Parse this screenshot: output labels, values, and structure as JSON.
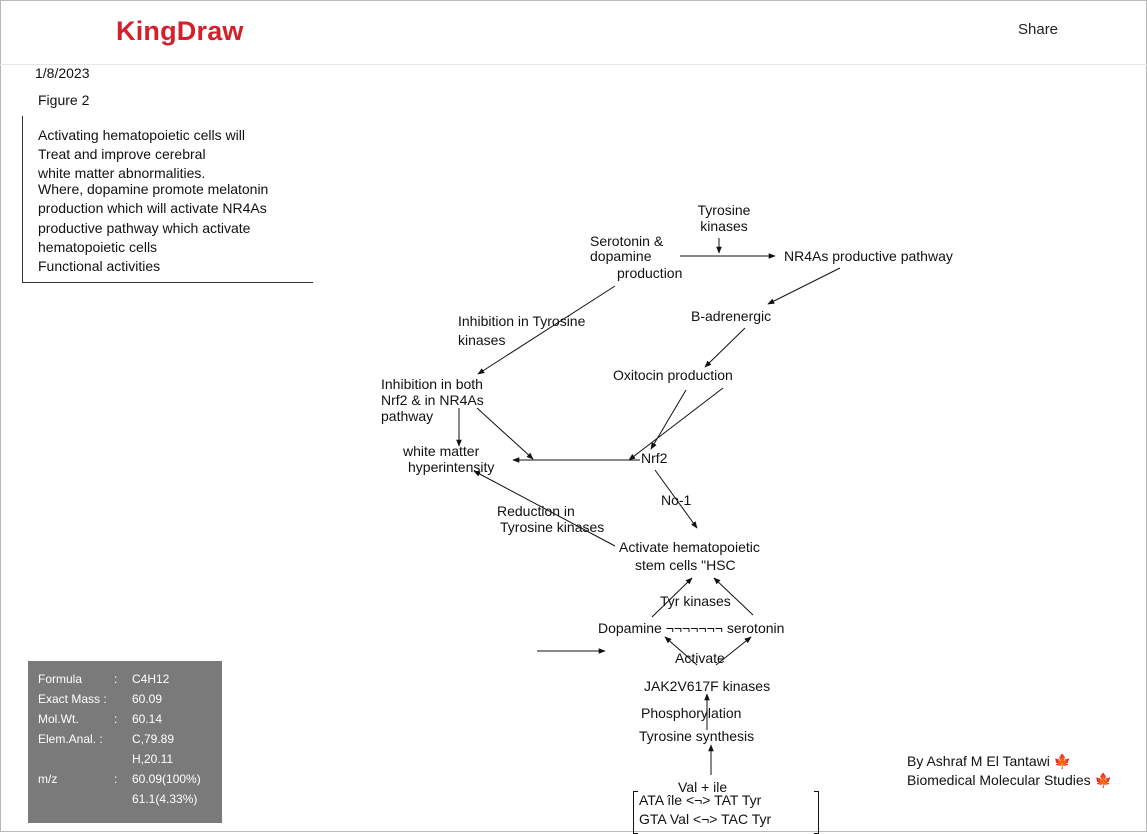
{
  "header": {
    "logo": "KingDraw",
    "share_label": "Share"
  },
  "date": "1/8/2023",
  "figure_label": "Figure 2",
  "note_lines": [
    "Activating hematopoietic cells will",
    "Treat and improve cerebral",
    "white matter abnormalities.",
    "Where, dopamine promote melatonin",
    "production which will activate NR4As",
    "productive pathway which  activate",
    "hematopoietic cells",
    "Functional activities"
  ],
  "properties": {
    "rows": [
      {
        "label": "Formula",
        "sep": ":",
        "value": "C4H12"
      },
      {
        "label": "Exact Mass :",
        "sep": "",
        "value": "60.09"
      },
      {
        "label": "Mol.Wt.",
        "sep": ":",
        "value": "60.14"
      },
      {
        "label": "Elem.Anal. :",
        "sep": "",
        "value": "C,79.89"
      },
      {
        "label": "",
        "sep": "",
        "value": "H,20.11"
      },
      {
        "label": "m/z",
        "sep": ":",
        "value": "60.09(100%)"
      },
      {
        "label": "",
        "sep": "",
        "value": "61.1(4.33%)"
      }
    ]
  },
  "diagram": {
    "tyrosine_kinases": [
      "Tyrosine",
      "kinases"
    ],
    "serotonin_dopamine": [
      "Serotonin &",
      "dopamine",
      "production"
    ],
    "nr4as": "NR4As productive pathway",
    "inhibition_tyrosine": [
      "Inhibition in Tyrosine",
      "kinases"
    ],
    "b_adrenergic": "B-adrenergic",
    "inhibition_both": [
      "Inhibition in both",
      "Nrf2 & in NR4As",
      "pathway"
    ],
    "oxitocin": "Oxitocin production",
    "white_matter": [
      "white matter",
      "hyperintensity"
    ],
    "nrf2": "Nrf2",
    "no1": "No-1",
    "reduction": [
      "Reduction in",
      "Tyrosine kinases"
    ],
    "activate_hsc": [
      "Activate hematopoietic",
      "stem cells \"HSC"
    ],
    "tyr_kinases": "Tyr kinases",
    "dopamine_serotonin": "Dopamine ¬¬¬¬¬¬¬ serotonin",
    "activate": "Activate",
    "jak2": "JAK2V617F kinases",
    "phosphorylation": "Phosphorylation",
    "tyrosine_synthesis": "Tyrosine synthesis",
    "val_ile": "Val + ile",
    "codon_lines": [
      "ATA île <¬> TAT Tyr",
      "GTA Val <¬> TAC Tyr"
    ]
  },
  "credits": {
    "author": "By Ashraf M El Tantawi",
    "org": "Biomedical Molecular Studies",
    "leaf_glyph": "🍁"
  }
}
